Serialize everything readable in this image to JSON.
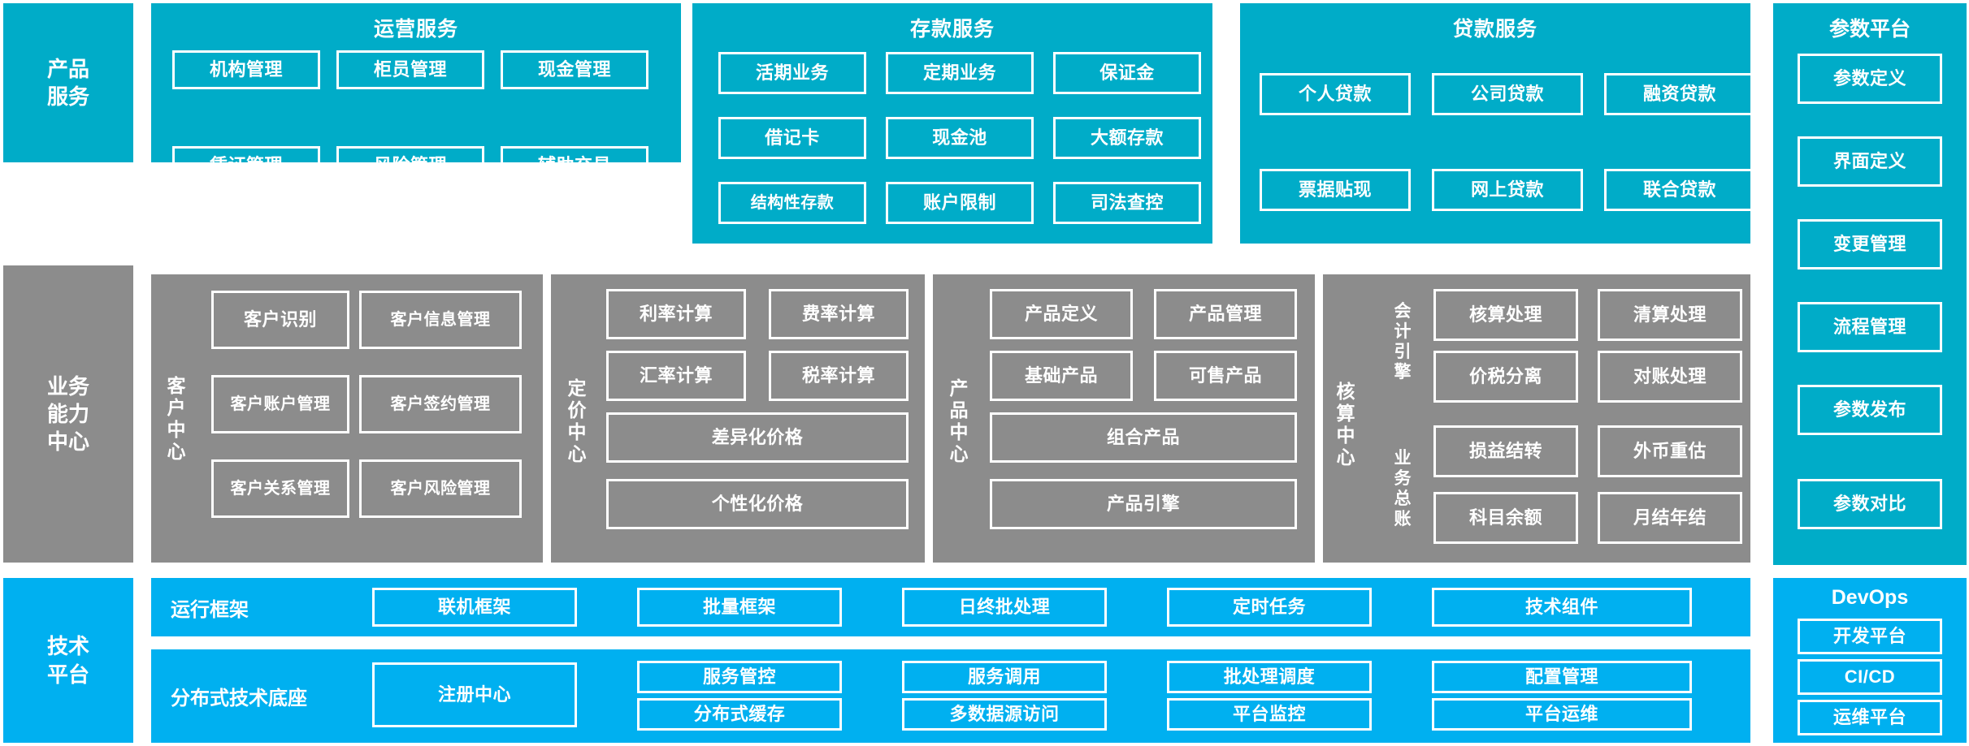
{
  "layers": [
    {
      "key": "product_service",
      "label": "产品\n服务",
      "color": "#00ACC8"
    },
    {
      "key": "business_capability",
      "label": "业务\n能力\n中心",
      "color": "#8C8C8C"
    },
    {
      "key": "technical_platform",
      "label": "技术\n平台",
      "color": "#00B0F0"
    }
  ],
  "product_service": {
    "groups": [
      {
        "title": "运营服务",
        "items": [
          "机构管理",
          "柜员管理",
          "现金管理",
          "凭证管理",
          "风险管理",
          "辅助交易"
        ]
      },
      {
        "title": "存款服务",
        "items": [
          "活期业务",
          "定期业务",
          "保证金",
          "借记卡",
          "现金池",
          "大额存款",
          "结构性存款",
          "账户限制",
          "司法查控"
        ]
      },
      {
        "title": "贷款服务",
        "items": [
          "个人贷款",
          "公司贷款",
          "融资贷款",
          "票据贴现",
          "网上贷款",
          "联合贷款"
        ]
      }
    ]
  },
  "business_capability": {
    "centers": [
      {
        "name": "客户中心",
        "items": [
          "客户识别",
          "客户信息管理",
          "客户账户管理",
          "客户签约管理",
          "客户关系管理",
          "客户风险管理"
        ]
      },
      {
        "name": "定价中心",
        "items": [
          "利率计算",
          "费率计算",
          "汇率计算",
          "税率计算"
        ],
        "wide_items": [
          "差异化价格",
          "个性化价格"
        ]
      },
      {
        "name": "产品中心",
        "items": [
          "产品定义",
          "产品管理",
          "基础产品",
          "可售产品"
        ],
        "wide_items": [
          "组合产品",
          "产品引擎"
        ]
      },
      {
        "name": "核算中心",
        "subgroups": [
          {
            "name": "会计引擎",
            "items": [
              "核算处理",
              "清算处理",
              "价税分离",
              "对账处理"
            ]
          },
          {
            "name": "业务总账",
            "items": [
              "损益结转",
              "外币重估",
              "科目余额",
              "月结年结"
            ]
          }
        ]
      }
    ]
  },
  "technical_platform": {
    "bands": [
      {
        "label": "运行框架",
        "items": [
          "联机框架",
          "批量框架",
          "日终批处理",
          "定时任务",
          "技术组件"
        ]
      },
      {
        "label": "分布式技术底座",
        "feature": "注册中心",
        "rows": [
          [
            "服务管控",
            "服务调用",
            "批处理调度",
            "配置管理"
          ],
          [
            "分布式缓存",
            "多数据源访问",
            "平台监控",
            "平台运维"
          ]
        ]
      }
    ]
  },
  "right_columns": {
    "parameter_platform": {
      "title": "参数平台",
      "items": [
        "参数定义",
        "界面定义",
        "变更管理",
        "流程管理",
        "参数发布",
        "参数对比"
      ]
    },
    "devops": {
      "title": "DevOps",
      "items": [
        "开发平台",
        "CI/CD",
        "运维平台"
      ]
    }
  }
}
